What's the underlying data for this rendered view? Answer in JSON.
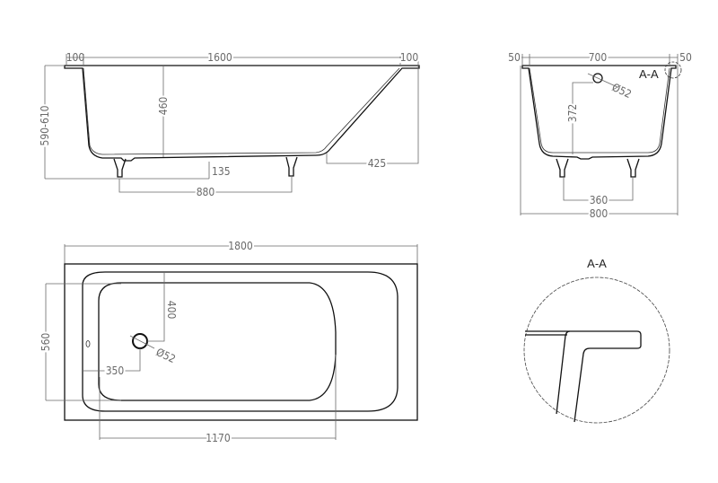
{
  "side_view": {
    "dim_left_rim": "100",
    "dim_length_inner": "1600",
    "dim_right_rim": "100",
    "dim_depth": "460",
    "dim_total_height": "590-610",
    "dim_leg_height": "135",
    "dim_leg_spacing": "880",
    "dim_slope_offset": "425"
  },
  "front_view": {
    "dim_left_rim": "50",
    "dim_inner_width": "700",
    "dim_right_rim": "50",
    "dim_overflow_diameter": "Ø52",
    "dim_overflow_height": "372",
    "section_label": "A-A",
    "dim_leg_spacing": "360",
    "dim_total_width": "800"
  },
  "plan_view": {
    "dim_total_length": "1800",
    "dim_basin_width": "560",
    "dim_drain_offset_y": "400",
    "dim_drain_diameter": "Ø52",
    "dim_drain_offset_x": "350",
    "dim_basin_length": "1170"
  },
  "detail": {
    "title": "A-A"
  }
}
